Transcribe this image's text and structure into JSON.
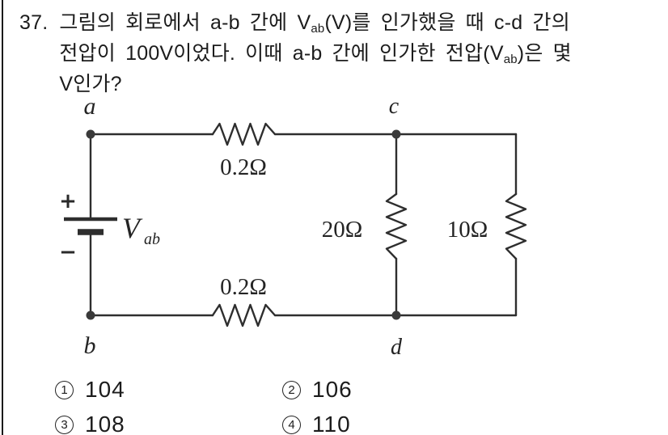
{
  "page": {
    "background": "#ffffff",
    "text_color": "#1c1c1c",
    "line_color": "#2e2e2e"
  },
  "question": {
    "number": "37.",
    "line1_pre": "그림의 회로에서 a-b 간에 V",
    "line1_sub": "ab",
    "line1_post": "(V)를 인가했을 때 c-d 간의",
    "line2_pre": "전압이 100V이었다. 이때 a-b 간에 인가한 전압(V",
    "line2_sub": "ab",
    "line2_post": ")은 몇",
    "line3": "V인가?"
  },
  "circuit": {
    "nodes": {
      "a": "a",
      "b": "b",
      "c": "c",
      "d": "d"
    },
    "source": {
      "symbol": "V",
      "subscript": "ab",
      "plus": "+",
      "minus": "−"
    },
    "resistors": {
      "top": "0.2Ω",
      "bottom": "0.2Ω",
      "middle": "20Ω",
      "right": "10Ω"
    }
  },
  "options": [
    {
      "marker": "1",
      "value": "104"
    },
    {
      "marker": "2",
      "value": "106"
    },
    {
      "marker": "3",
      "value": "108"
    },
    {
      "marker": "4",
      "value": "110"
    }
  ]
}
